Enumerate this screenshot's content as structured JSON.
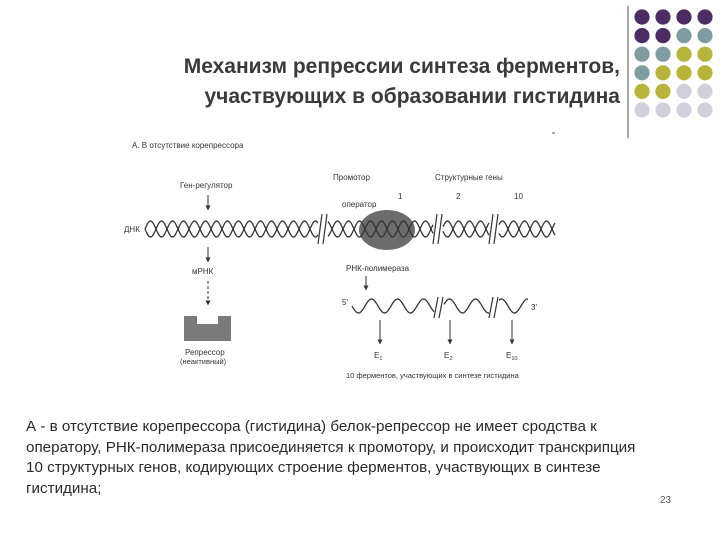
{
  "slide": {
    "title_line1": "Механизм репрессии синтеза ферментов,",
    "title_line2": "участвующих в образовании гистидина",
    "caption": "А - в отсутствие корепрессора (гистидина) белок-репрессор не имеет сродства к оператору, РНК-полимераза присоединяется к промотору, и происходит транскрипция 10 структурных генов, кодирующих строение ферментов, участвующих в синтезе гистидина;",
    "page_number": "23",
    "dot_colors": {
      "purple": "#4b2d63",
      "teal": "#7f9da0",
      "olive": "#b6b43a",
      "light": "#cfd0dc"
    }
  },
  "diagram": {
    "panel_label": "А. В отсутствие корепрессора",
    "gene_regulator": "Ген-регулятор",
    "dna": "ДНК",
    "promoter": "Промотор",
    "operator": "оператор",
    "structural_genes": "Структурные гены",
    "gene_numbers": [
      "1",
      "2",
      "10"
    ],
    "mrna": "мРНК",
    "rna_polymerase": "РНК-полимераза",
    "repressor": "Репрессор",
    "repressor_state": "(неактивный)",
    "end5": "5'",
    "end3": "3'",
    "enzymes": [
      {
        "base": "E",
        "sub": "1"
      },
      {
        "base": "E",
        "sub": "2"
      },
      {
        "base": "E",
        "sub": "10"
      }
    ],
    "enzymes_caption": "10 ферментов, участвующих в синтезе гистидина"
  }
}
